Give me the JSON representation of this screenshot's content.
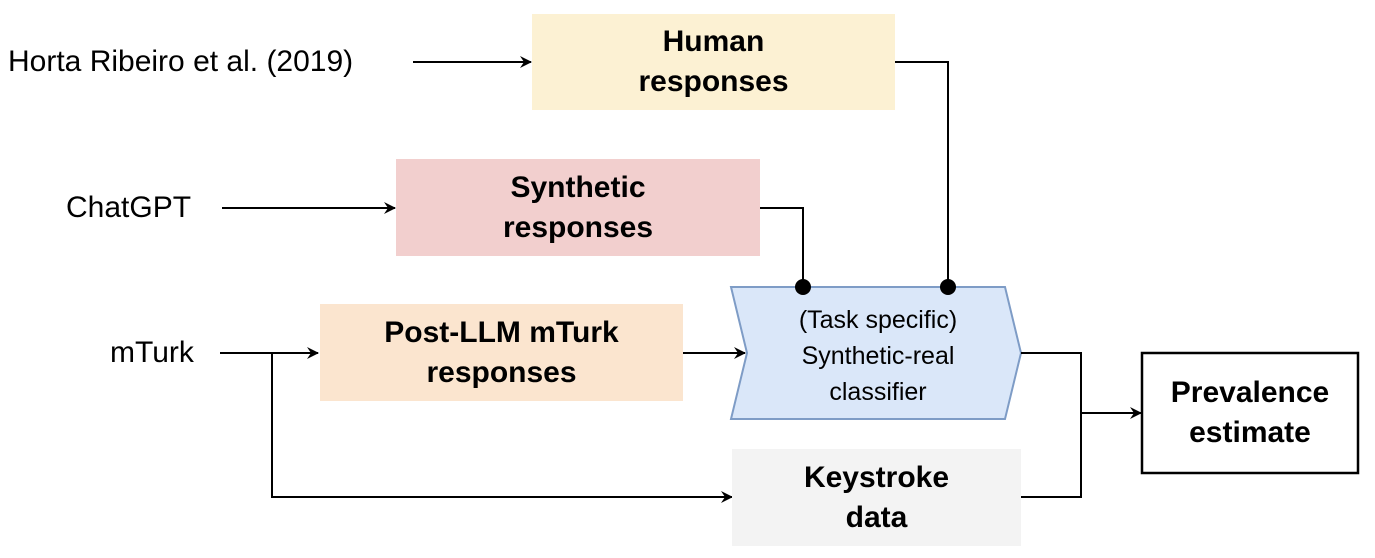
{
  "sources": {
    "horta": "Horta Ribeiro et al. (2019)",
    "chatgpt": "ChatGPT",
    "mturk": "mTurk"
  },
  "boxes": {
    "human": {
      "lines": [
        "Human",
        "responses"
      ],
      "fill": "#FCF1D3"
    },
    "synthetic": {
      "lines": [
        "Synthetic",
        "responses"
      ],
      "fill": "#F2CFCE"
    },
    "postllm": {
      "lines": [
        "Post-LLM mTurk",
        "responses"
      ],
      "fill": "#FBE5CF"
    },
    "keystroke": {
      "lines": [
        "Keystroke",
        "data"
      ],
      "fill": "#F3F3F3"
    },
    "classifier": {
      "lines": [
        "(Task specific)",
        "Synthetic-real",
        "classifier"
      ],
      "fill": "#DAE7F9",
      "stroke": "#7E9CC6"
    },
    "prevalence": {
      "lines": [
        "Prevalence",
        "estimate"
      ],
      "fill": "#FFFFFF"
    }
  }
}
